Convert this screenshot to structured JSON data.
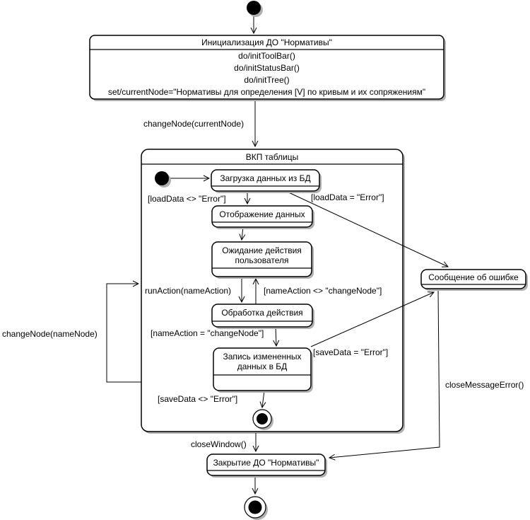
{
  "diagram_title": "UML statechart",
  "states": {
    "init_do": {
      "name": "Инициализация ДО \"Нормативы\"",
      "actions": [
        "do/initToolBar()",
        "do/initStatusBar()",
        "do/initTree()",
        "set/currentNode=\"Нормативы для определения [V] по кривым и их сопряжениям\""
      ]
    },
    "composite": {
      "name": "ВКП таблицы"
    },
    "load": {
      "name": "Загрузка данных из БД"
    },
    "display": {
      "name": "Отображение данных"
    },
    "wait": {
      "name": "Ожидание действия пользователя"
    },
    "process": {
      "name": "Обработка действия"
    },
    "write": {
      "name": "Запись измененных данных в БД"
    },
    "message": {
      "name": "Сообщение об ошибке"
    },
    "close": {
      "name": "Закрытие ДО \"Нормативы\""
    }
  },
  "transitions": {
    "change_node_current": "changeNode(currentNode)",
    "load_ok": "[loadData <> \"Error\"]",
    "load_err": "[loadData = \"Error\"]",
    "run_action": "runAction(nameAction)",
    "name_action_neq": "[nameAction <> \"changeNode\"]",
    "name_action_eq": "[nameAction = \"changeNode\"]",
    "save_err": "[saveData = \"Error\"]",
    "save_ok": "[saveData <> \"Error\"]",
    "change_node_name": "changeNode(nameNode)",
    "close_window": "closeWindow()",
    "close_message_error": "closeMessageError()"
  },
  "colors": {
    "line": "#000000",
    "shadow": "#b0b0b0",
    "fill": "#ffffff"
  }
}
